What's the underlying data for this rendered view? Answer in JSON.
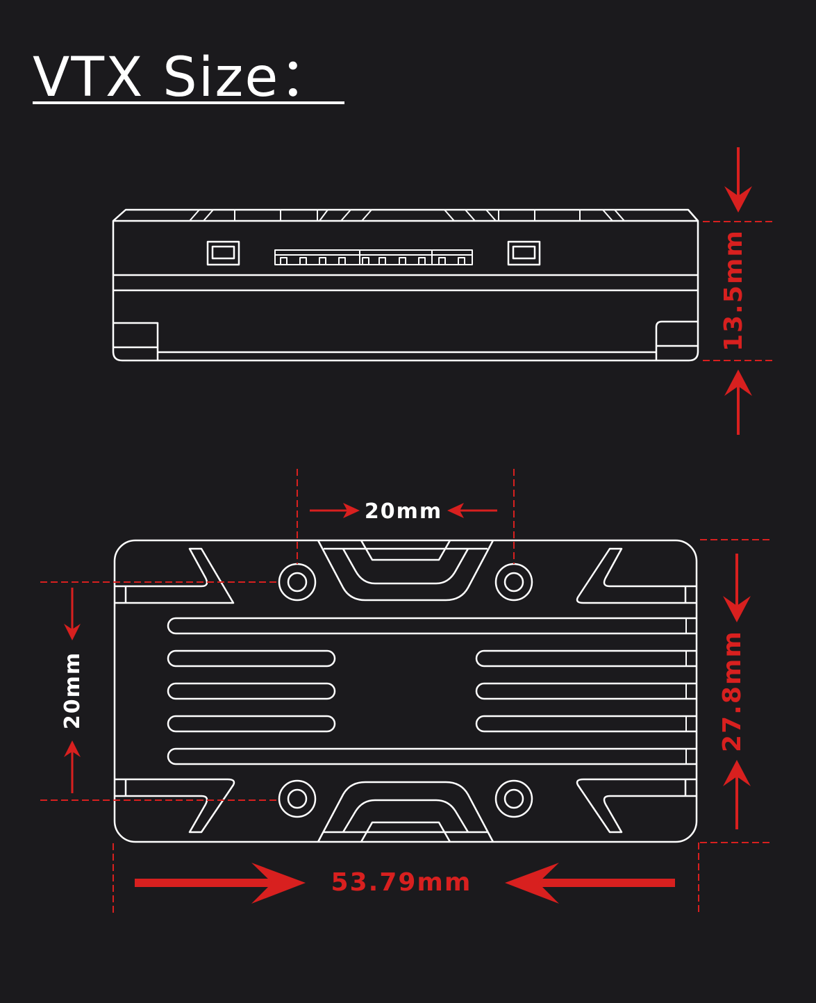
{
  "title": "VTX Size：",
  "colors": {
    "background": "#1b1a1d",
    "outline": "#ffffff",
    "dimension": "#d8201f"
  },
  "dimensions": {
    "side_height": "13.5mm",
    "mount_spacing_horizontal": "20mm",
    "mount_spacing_vertical": "20mm",
    "body_height": "27.8mm",
    "body_width": "53.79mm"
  }
}
